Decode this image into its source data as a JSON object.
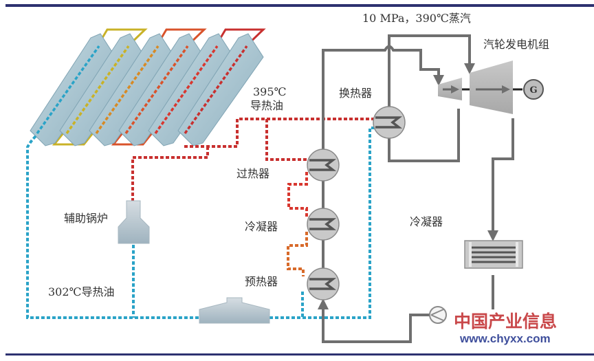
{
  "diagram": {
    "title": "Solar thermal power plant with heat-transfer oil loop",
    "labels": {
      "hot_oil": "395℃",
      "hot_oil_sub": "导热油",
      "steam": "10 MPa，390℃蒸汽",
      "turbine_set": "汽轮发电机组",
      "reheater": "换热器",
      "superheater": "过热器",
      "evaporator": "冷凝器",
      "preheater": "预热器",
      "aux_boiler": "辅助锅炉",
      "cold_oil": "302℃导热油",
      "condenser": "冷凝器",
      "generator": "G"
    },
    "colors": {
      "hot_oil": "#c8302f",
      "mid_oil": "#d86a2a",
      "cold_oil": "#2aa3c7",
      "steam_pipe": "#6f6f6f",
      "frame": "#2d3170",
      "collector": "#a9c4d0"
    },
    "collector_rows": [
      "#2aa3c7",
      "#c9b227",
      "#d78a25",
      "#d9532b",
      "#d8372f",
      "#c8302f"
    ],
    "watermark": {
      "name": "中国产业信息",
      "url": "www.chyxx.com",
      "name_color": "#c9484a",
      "url_color": "#3f4f9c"
    }
  }
}
